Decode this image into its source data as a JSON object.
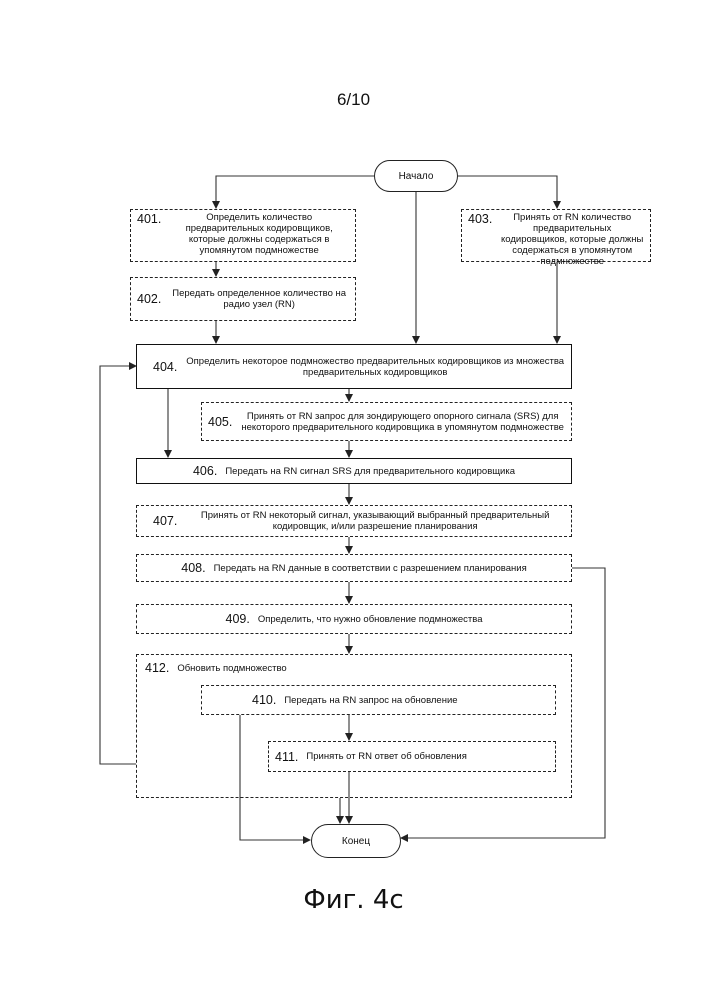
{
  "page_number": "6/10",
  "figure_caption": "Фиг. 4c",
  "start_label": "Начало",
  "end_label": "Конец",
  "steps": {
    "s401": {
      "num": "401.",
      "text": "Определить количество предварительных кодировщиков, которые должны содержаться в упомянутом подмножестве"
    },
    "s402": {
      "num": "402.",
      "text": "Передать определенное количество на радио узел (RN)"
    },
    "s403": {
      "num": "403.",
      "text": "Принять от RN количество предварительных кодировщиков, которые должны содержаться в упомянутом подмножестве"
    },
    "s404": {
      "num": "404.",
      "text": "Определить некоторое подмножество предварительных кодировщиков из множества предварительных кодировщиков"
    },
    "s405": {
      "num": "405.",
      "text": "Принять от RN запрос для зондирующего опорного сигнала (SRS) для некоторого предварительного кодировщика в упомянутом подмножестве"
    },
    "s406": {
      "num": "406.",
      "text": "Передать на RN сигнал SRS для предварительного кодировщика"
    },
    "s407": {
      "num": "407.",
      "text": "Принять от RN некоторый сигнал, указывающий выбранный предварительный кодировщик, и/или разрешение планирования"
    },
    "s408": {
      "num": "408.",
      "text": "Передать на RN данные в соответствии с разрешением планирования"
    },
    "s409": {
      "num": "409.",
      "text": "Определить, что нужно обновление подмножества"
    },
    "s410": {
      "num": "410.",
      "text": "Передать на RN запрос на обновление"
    },
    "s411": {
      "num": "411.",
      "text": "Принять от RN ответ об обновления"
    },
    "s412": {
      "num": "412.",
      "text": "Обновить подмножество"
    }
  }
}
